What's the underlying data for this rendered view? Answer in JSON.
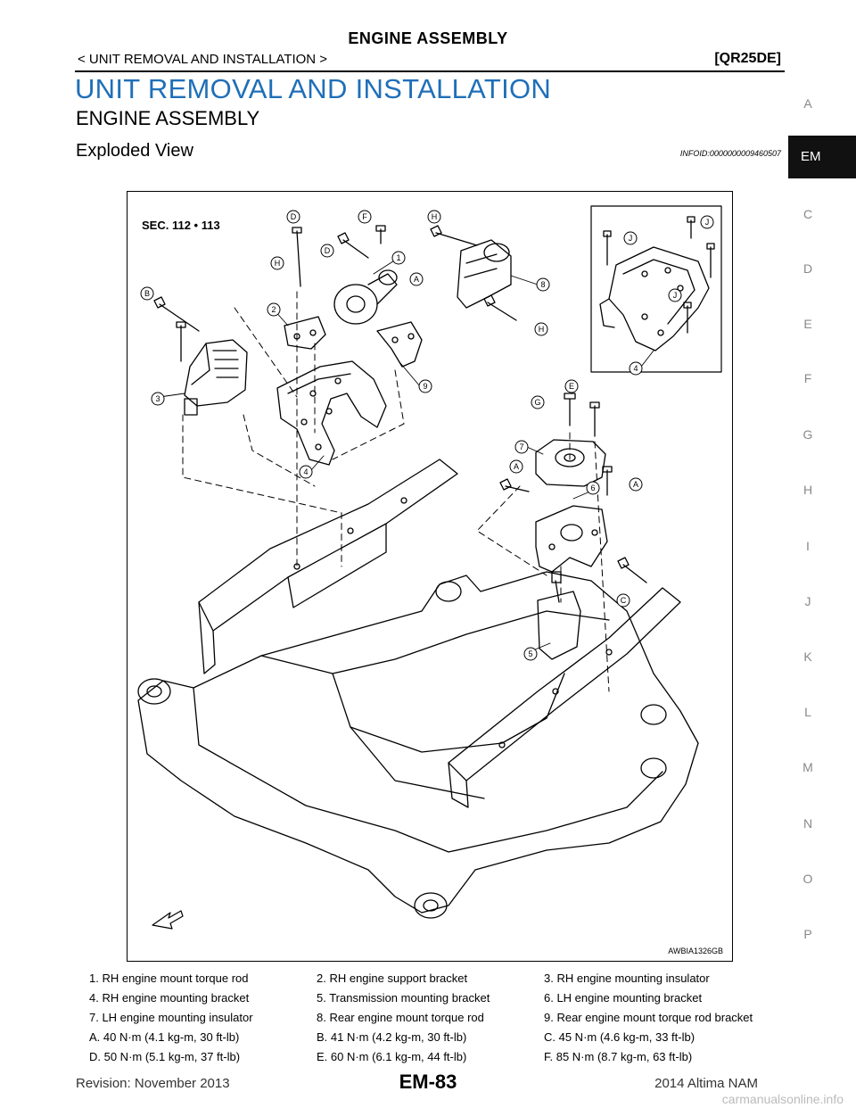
{
  "header": {
    "title": "ENGINE ASSEMBLY",
    "breadcrumb": "< UNIT REMOVAL AND INSTALLATION >",
    "engine": "[QR25DE]"
  },
  "section_title": "UNIT REMOVAL AND INSTALLATION",
  "subsection_title": "ENGINE ASSEMBLY",
  "topic": {
    "title": "Exploded View",
    "info_id": "INFOID:0000000009460507"
  },
  "side_index": {
    "letters": [
      "A",
      "C",
      "D",
      "E",
      "F",
      "G",
      "H",
      "I",
      "J",
      "K",
      "L",
      "M",
      "N",
      "O",
      "P"
    ],
    "active": "EM"
  },
  "figure": {
    "sec_label": "SEC. 112 • 113",
    "code": "AWBIA1326GB",
    "callouts": [
      "1",
      "2",
      "3",
      "4",
      "4",
      "5",
      "6",
      "7",
      "8",
      "9",
      "A",
      "A",
      "A",
      "B",
      "C",
      "D",
      "D",
      "E",
      "F",
      "G",
      "H",
      "H",
      "H",
      "J",
      "J",
      "J"
    ]
  },
  "legend": [
    [
      "1.  RH engine mount torque rod",
      "2.  RH engine support bracket",
      "3.  RH engine mounting insulator"
    ],
    [
      "4.  RH engine mounting bracket",
      "5.  Transmission mounting bracket",
      "6.  LH engine mounting bracket"
    ],
    [
      "7.  LH engine mounting insulator",
      "8.  Rear engine mount torque rod",
      "9.  Rear engine mount torque rod bracket"
    ],
    [
      "A.  40 N·m (4.1 kg-m, 30 ft-lb)",
      "B.  41 N·m (4.2 kg-m, 30 ft-lb)",
      "C.  45 N·m (4.6 kg-m, 33 ft-lb)"
    ],
    [
      "D.  50 N·m (5.1 kg-m, 37 ft-lb)",
      "E.  60 N·m (6.1 kg-m, 44 ft-lb)",
      "F.  85 N·m (8.7 kg-m, 63 ft-lb)"
    ]
  ],
  "footer": {
    "revision": "Revision: November 2013",
    "page": "EM-83",
    "model": "2014 Altima NAM",
    "watermark": "carmanualsonline.info"
  }
}
